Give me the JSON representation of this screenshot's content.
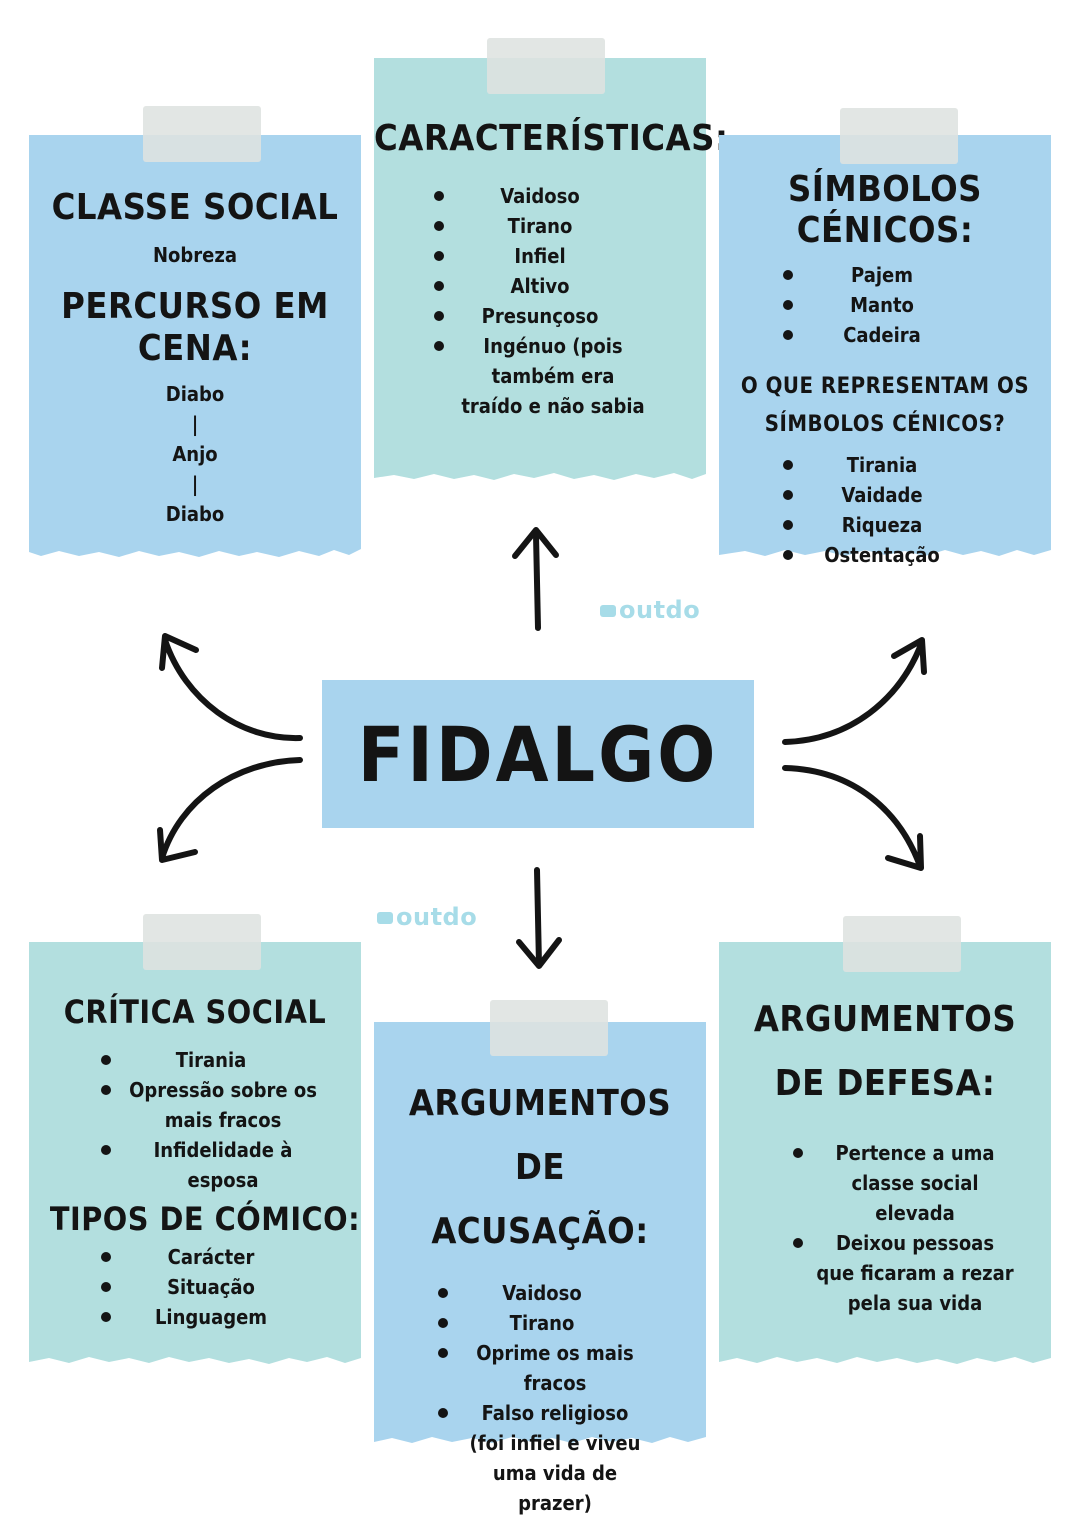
{
  "center": {
    "title": "FIDALGO"
  },
  "watermark": {
    "text": "outdo",
    "color": "#a7dce8"
  },
  "colors": {
    "blue_note": "#a9d4ee",
    "teal_note": "#b3dfdf",
    "tape": "#dee2e0",
    "ink": "#141414"
  },
  "classe_social": {
    "heading": "CLASSE SOCIAL",
    "value": "Nobreza",
    "percurso_heading": "PERCURSO EM CENA:",
    "percurso": [
      "Diabo",
      "|",
      "Anjo",
      "|",
      "Diabo"
    ]
  },
  "caracteristicas": {
    "heading": "CARACTERÍSTICAS:",
    "items": [
      "Vaidoso",
      "Tirano",
      "Infiel",
      "Altivo",
      "Presunçoso",
      "Ingénuo (pois também era traído e não sabia"
    ]
  },
  "simbolos": {
    "heading": "SÍMBOLOS CÉNICOS:",
    "items": [
      "Pajem",
      "Manto",
      "Cadeira"
    ],
    "question": "O QUE REPRESENTAM OS SÍMBOLOS CÉNICOS?",
    "answers": [
      "Tirania",
      "Vaidade",
      "Riqueza",
      "Ostentação"
    ]
  },
  "critica": {
    "heading": "CRÍTICA SOCIAL",
    "items": [
      "Tirania",
      "Opressão sobre os mais fracos",
      "Infidelidade à esposa"
    ],
    "comico_heading": "TIPOS DE CÓMICO:",
    "comico": [
      "Carácter",
      "Situação",
      "Linguagem"
    ]
  },
  "acusacao": {
    "heading": "ARGUMENTOS DE ACUSAÇÃO:",
    "items": [
      "Vaidoso",
      "Tirano",
      "Oprime os mais fracos",
      "Falso religioso (foi infiel e viveu uma vida de prazer)"
    ]
  },
  "defesa": {
    "heading": "ARGUMENTOS DE DEFESA:",
    "items": [
      "Pertence a uma classe social elevada",
      "Deixou pessoas que ficaram a rezar pela sua vida"
    ]
  }
}
